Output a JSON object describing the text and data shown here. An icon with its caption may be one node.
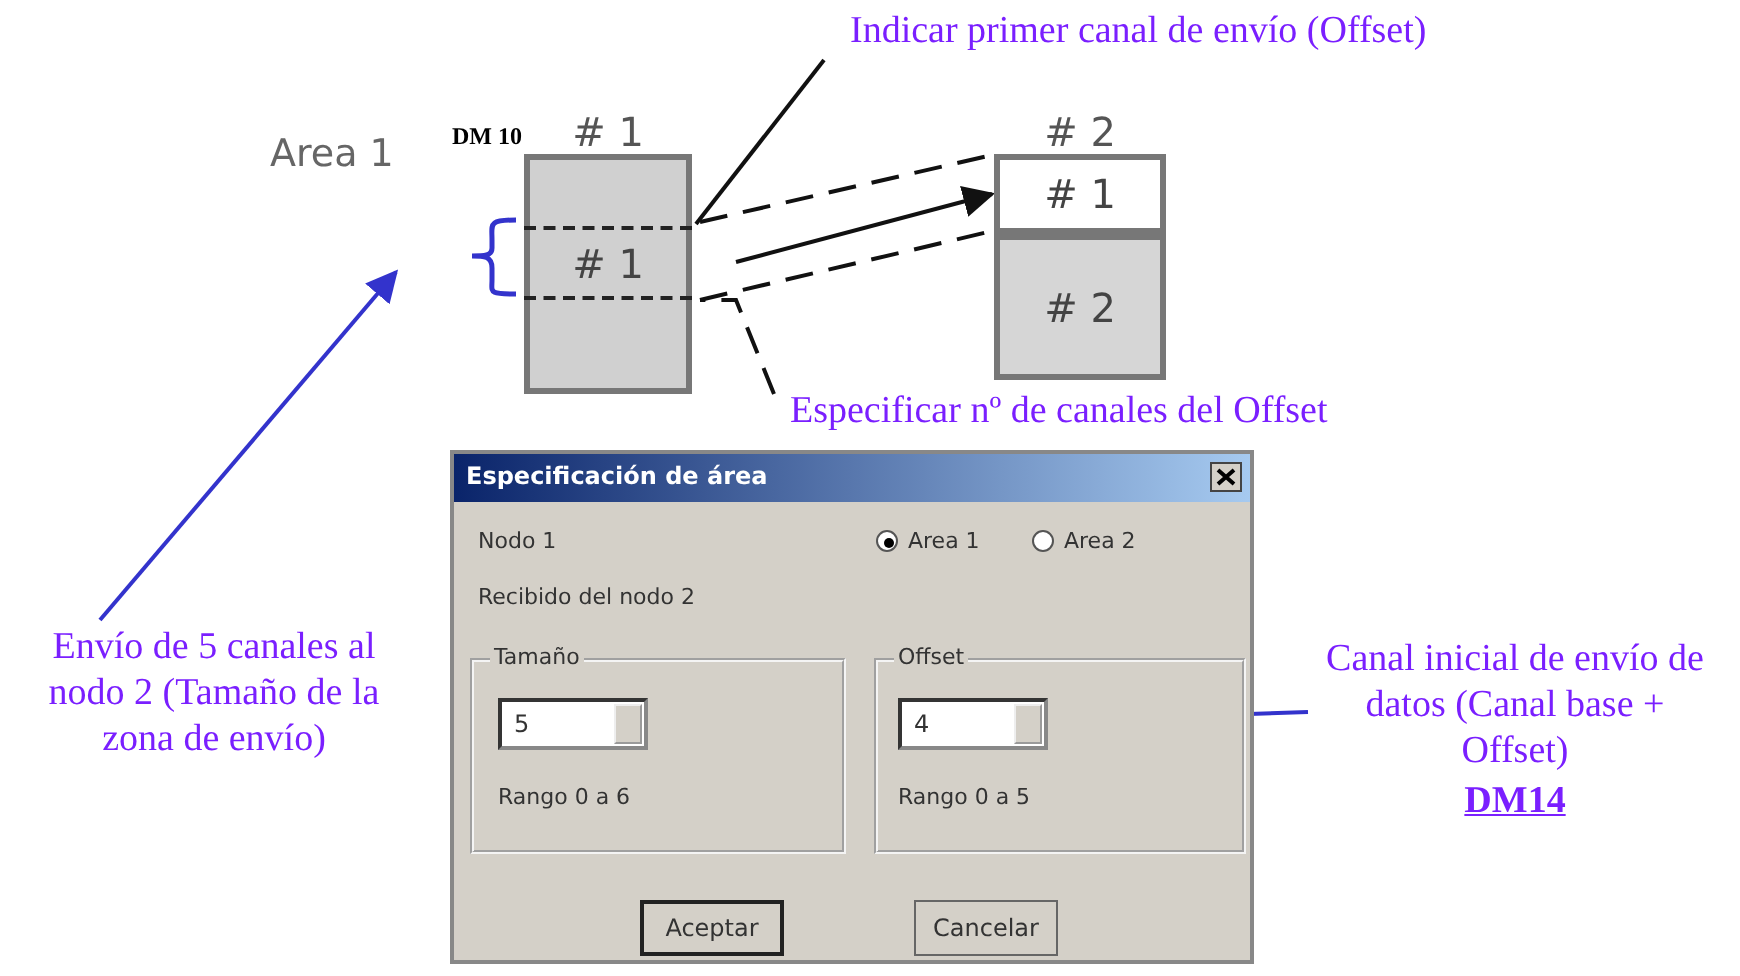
{
  "diagram": {
    "nodes": [
      {
        "text": [
          "# 1"
        ],
        "beside": [
          "Area 1"
        ]
      },
      {
        "text": [
          "# 1"
        ],
        "in": 0
      },
      {
        "text": [
          "# 2"
        ]
      },
      {
        "text": [
          "# 1"
        ],
        "in": 2
      },
      {
        "text": [
          "# 2"
        ],
        "in": 2
      },
      {
        "text": [
          "Indicar primer canal de envío (Offset)"
        ]
      },
      {
        "text": [
          "Especificar nº de canales del Offset"
        ]
      },
      {
        "text": [
          "Envío de 5 canales al nodo 2 (Tamaño de la zona de envío)"
        ]
      },
      {
        "text": [
          "Especificación de área"
        ]
      },
      {
        "text": [
          "Tamaño"
        ],
        "in": 8
      },
      {
        "text": [
          "Offset"
        ],
        "in": 8
      },
      {
        "text": [
          "5"
        ],
        "in": 9,
        "beside": [
          "Rango 0 a 6"
        ]
      },
      {
        "text": [
          "4"
        ],
        "in": 10,
        "beside": [
          "Rango 0 a 5"
        ]
      },
      {
        "text": [
          "Canal inicial de envío de datos (Canal base + Offset)",
          "DM14"
        ]
      },
      {
        "text": [
          "Aceptar"
        ],
        "in": 8
      },
      {
        "text": [
          "Cancelar"
        ],
        "in": 8
      }
    ],
    "edges": [
      {
        "from": 5,
        "to": 1,
        "arrow": "none"
      },
      {
        "from": 6,
        "to": 1,
        "arrow": "none",
        "style": "dashed"
      },
      {
        "from": 1,
        "to": 3,
        "arrow": "to"
      },
      {
        "from": 1,
        "to": 3,
        "arrow": "none",
        "style": "dashed"
      },
      {
        "from": 1,
        "to": 3,
        "arrow": "none",
        "style": "dashed"
      },
      {
        "from": 7,
        "to": 1,
        "arrow": "to",
        "color": "#3333cc"
      },
      {
        "from": 13,
        "to": 12,
        "arrow": "to",
        "color": "#3333cc"
      }
    ],
    "labels": [
      "DM 10",
      "Nodo 1",
      "Area 1",
      "Area 2",
      "Recibido del nodo 2"
    ]
  }
}
